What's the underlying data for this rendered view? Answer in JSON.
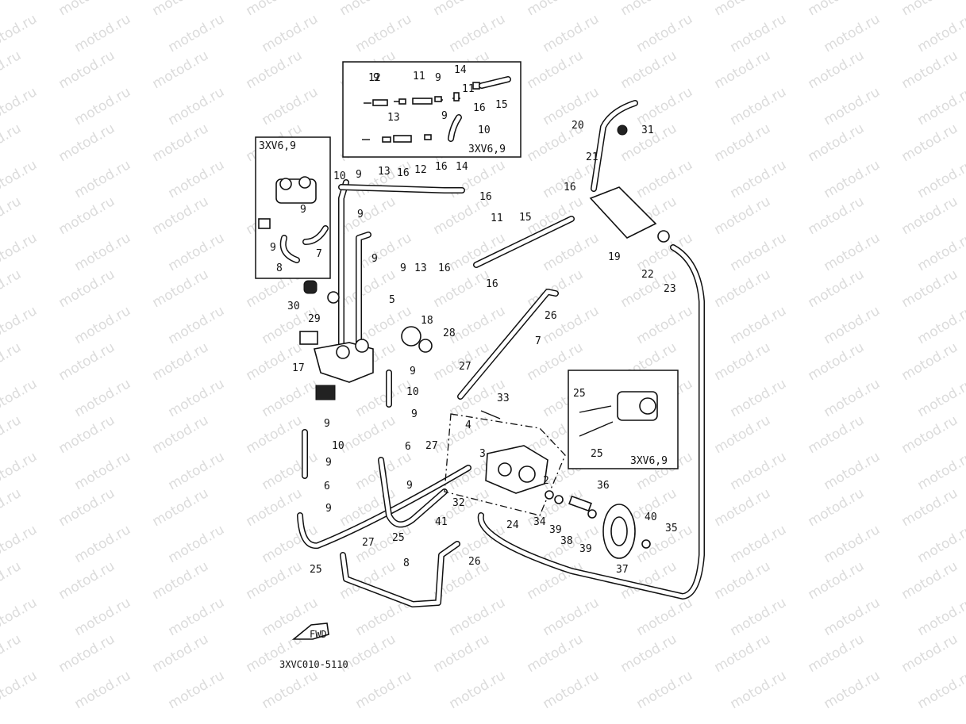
{
  "watermark": "motod.ru",
  "diagram_code": "3XVC010-5110",
  "fwd_label": "FWD",
  "inset_boxes": [
    {
      "id": "top",
      "title": "3XV6,9"
    },
    {
      "id": "left",
      "title": "3XV6,9"
    },
    {
      "id": "right",
      "title": "3XV6,9"
    }
  ],
  "callouts": [
    "2",
    "3",
    "4",
    "5",
    "6",
    "6",
    "7",
    "7",
    "8",
    "8",
    "9",
    "9",
    "9",
    "9",
    "9",
    "9",
    "9",
    "9",
    "9",
    "9",
    "9",
    "9",
    "9",
    "9",
    "9",
    "10",
    "10",
    "10",
    "10",
    "11",
    "11",
    "11",
    "12",
    "12",
    "13",
    "13",
    "13",
    "14",
    "14",
    "15",
    "15",
    "16",
    "16",
    "16",
    "16",
    "16",
    "16",
    "16",
    "17",
    "18",
    "19",
    "20",
    "21",
    "22",
    "23",
    "24",
    "25",
    "25",
    "25",
    "25",
    "26",
    "26",
    "27",
    "27",
    "27",
    "28",
    "29",
    "30",
    "31",
    "32",
    "33",
    "34",
    "35",
    "36",
    "37",
    "38",
    "39",
    "39",
    "40",
    "41"
  ]
}
